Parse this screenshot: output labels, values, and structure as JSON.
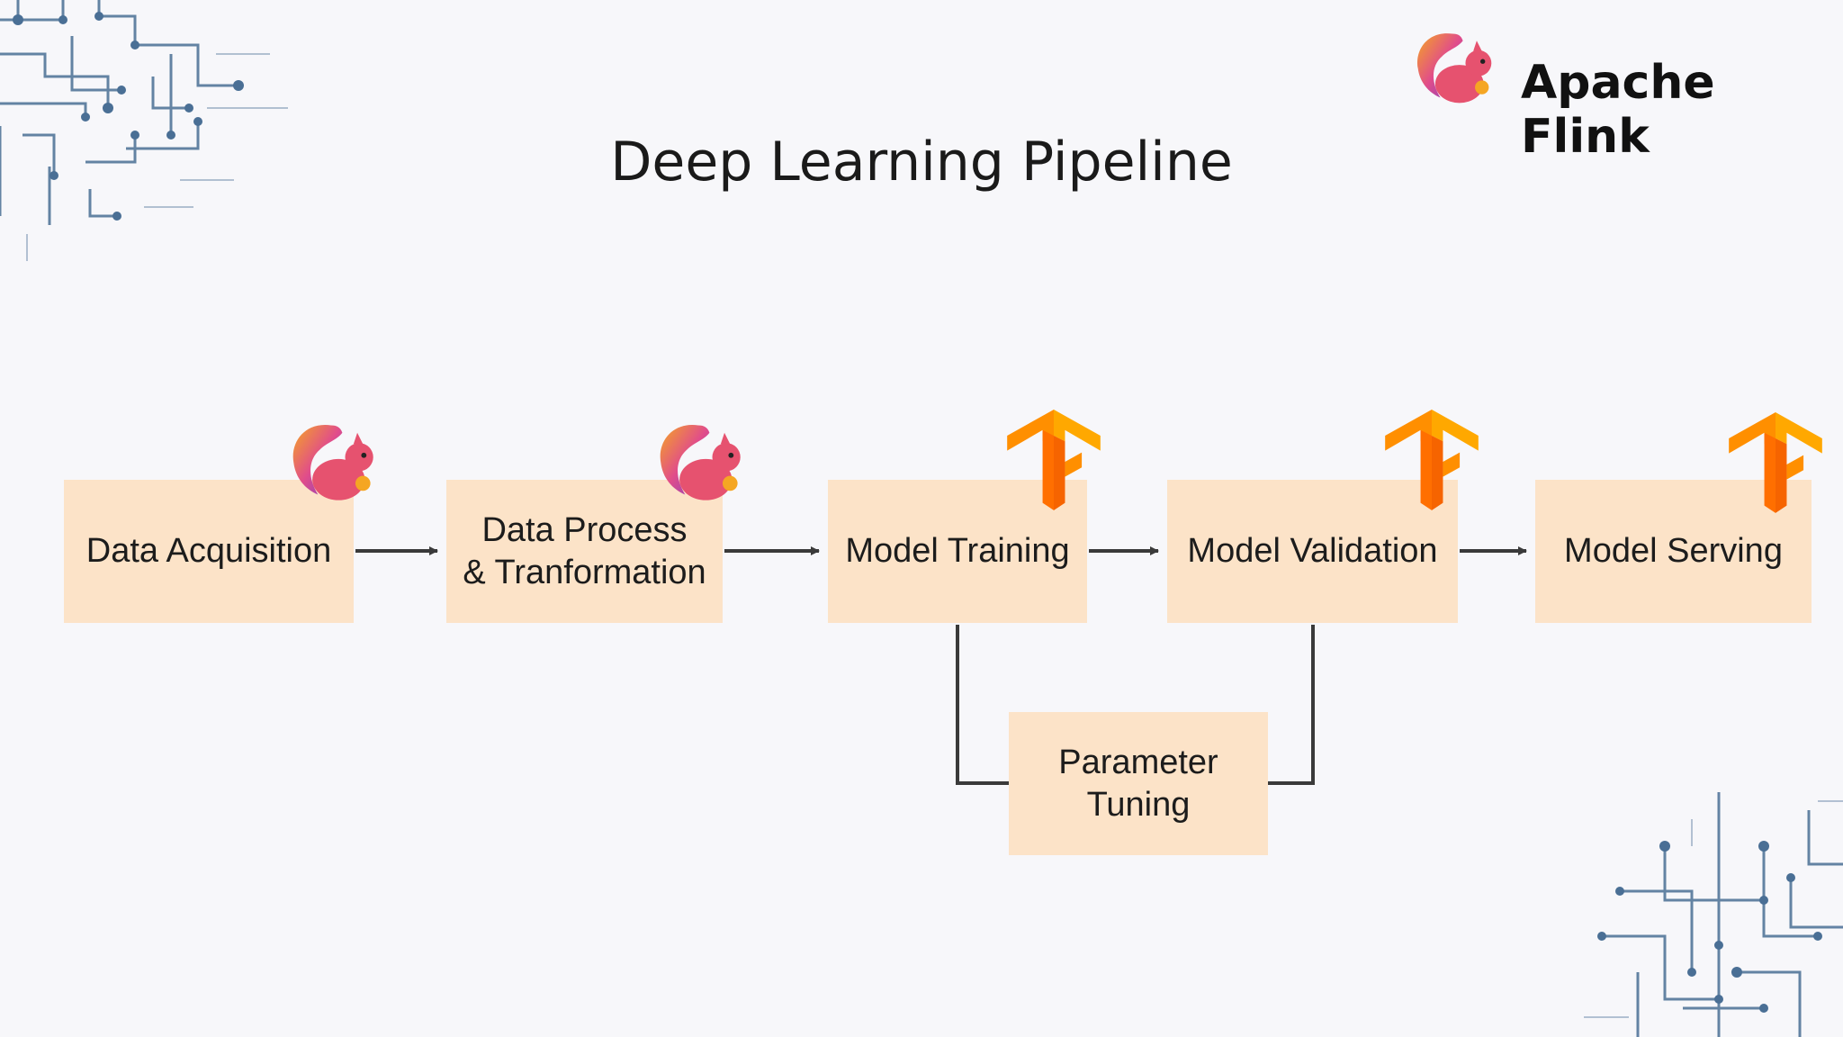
{
  "header": {
    "title": "Deep Learning Pipeline",
    "brand_name": "Apache Flink",
    "brand_logo_icon": "flink-squirrel-icon"
  },
  "pipeline": {
    "steps": [
      {
        "label": "Data Acquisition",
        "icon": "flink-squirrel-icon"
      },
      {
        "label": "Data Process\n& Tranformation",
        "icon": "flink-squirrel-icon"
      },
      {
        "label": "Model Training",
        "icon": "tensorflow-icon"
      },
      {
        "label": "Model Validation",
        "icon": "tensorflow-icon"
      },
      {
        "label": "Model Serving",
        "icon": "tensorflow-icon"
      }
    ],
    "feedback": {
      "label": "Parameter\nTuning"
    }
  },
  "colors": {
    "box_fill": "#fce3c8",
    "arrow": "#3a3a3a",
    "circuit": "#4a6f95",
    "flink_pink": "#e6526f",
    "flink_purple": "#9b4dca",
    "tensorflow_orange": "#ff8f00"
  }
}
